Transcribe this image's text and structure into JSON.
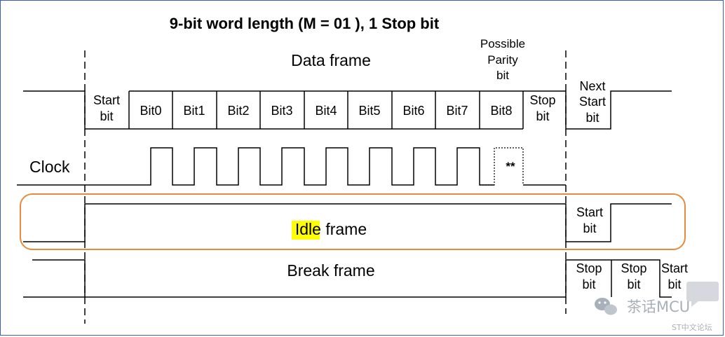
{
  "title": "9-bit word length (M = 01 ), 1 Stop bit",
  "data_frame_label": "Data frame",
  "parity_label": [
    "Possible",
    "Parity",
    "bit"
  ],
  "cells": {
    "start": [
      "Start",
      "bit"
    ],
    "bits": [
      "Bit0",
      "Bit1",
      "Bit2",
      "Bit3",
      "Bit4",
      "Bit5",
      "Bit6",
      "Bit7",
      "Bit8"
    ],
    "stop": [
      "Stop",
      "bit"
    ],
    "next_start": [
      "Next",
      "Start",
      "bit"
    ]
  },
  "clock": {
    "label": "Clock",
    "optional_mark": "**"
  },
  "idle": {
    "label_highlight": "Idle",
    "label_rest": " frame",
    "start": [
      "Start",
      "bit"
    ],
    "highlight_color": "#ffff00",
    "outline_color": "#e88a3c"
  },
  "break_frame": {
    "label": "Break frame",
    "stop1": [
      "Stop",
      "bit"
    ],
    "stop2": [
      "Stop",
      "bit"
    ],
    "start": [
      "Start",
      "bit"
    ]
  },
  "watermark": {
    "brand": "茶话MCU",
    "site": "ST中文论坛"
  }
}
